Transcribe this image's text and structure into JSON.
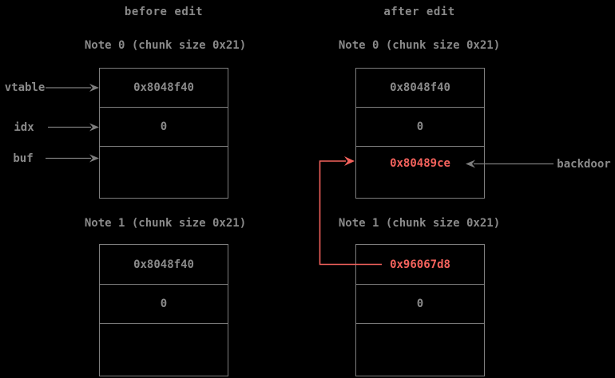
{
  "titles": {
    "before": "before edit",
    "after": "after edit"
  },
  "field_labels": {
    "vtable": "vtable",
    "idx": "idx",
    "buf": "buf"
  },
  "notes": {
    "before0": {
      "header": "Note 0 (chunk size 0x21)",
      "vtable": "0x8048f40",
      "idx": "0",
      "buf": ""
    },
    "before1": {
      "header": "Note 1 (chunk size 0x21)",
      "vtable": "0x8048f40",
      "idx": "0",
      "buf": ""
    },
    "after0": {
      "header": "Note 0 (chunk size 0x21)",
      "vtable": "0x8048f40",
      "idx": "0",
      "buf": "0x80489ce"
    },
    "after1": {
      "header": "Note 1 (chunk size 0x21)",
      "vtable": "0x96067d8",
      "idx": "0",
      "buf": ""
    }
  },
  "annotations": {
    "backdoor": "backdoor"
  },
  "colors": {
    "background": "#000000",
    "text": "#8a8a8a",
    "line": "#7e7e7e",
    "highlight": "#f4625c"
  }
}
